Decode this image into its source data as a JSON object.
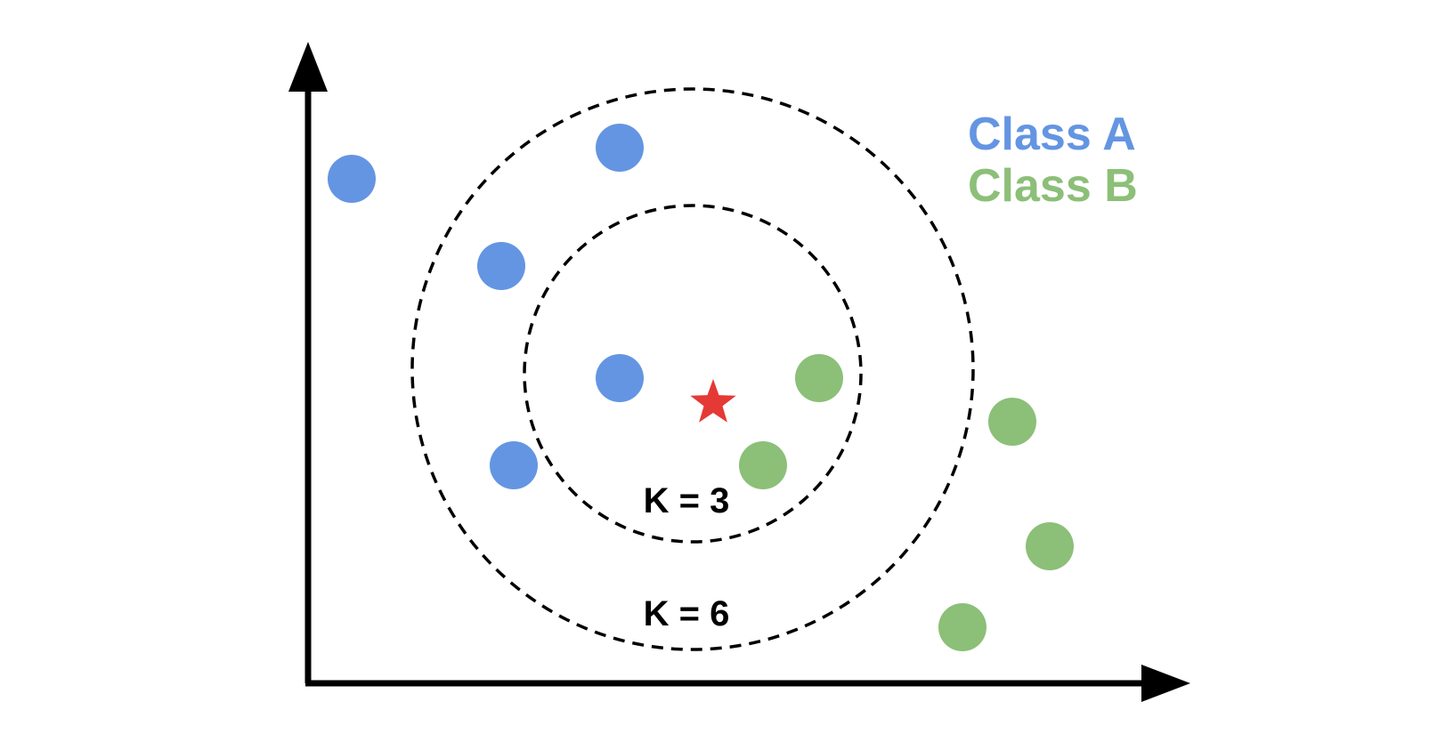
{
  "colors": {
    "class_a": "#6495e2",
    "class_b": "#8cbf78",
    "query": "#e53935",
    "axis": "#000000",
    "circle": "#000000"
  },
  "legend": {
    "class_a_label": "Class A",
    "class_b_label": "Class B"
  },
  "neighborhoods": {
    "k3_label": "K = 3",
    "k6_label": "K = 6"
  },
  "points": {
    "class_a": [
      {
        "x": 0.7,
        "y": 8.1
      },
      {
        "x": 5.0,
        "y": 8.6
      },
      {
        "x": 3.1,
        "y": 6.7
      },
      {
        "x": 5.0,
        "y": 4.9
      },
      {
        "x": 3.3,
        "y": 3.5
      }
    ],
    "class_b": [
      {
        "x": 8.2,
        "y": 4.9
      },
      {
        "x": 7.3,
        "y": 3.5
      },
      {
        "x": 11.3,
        "y": 4.2
      },
      {
        "x": 11.9,
        "y": 2.2
      },
      {
        "x": 10.5,
        "y": 0.9
      }
    ],
    "query": {
      "x": 6.5,
      "y": 4.5
    }
  }
}
